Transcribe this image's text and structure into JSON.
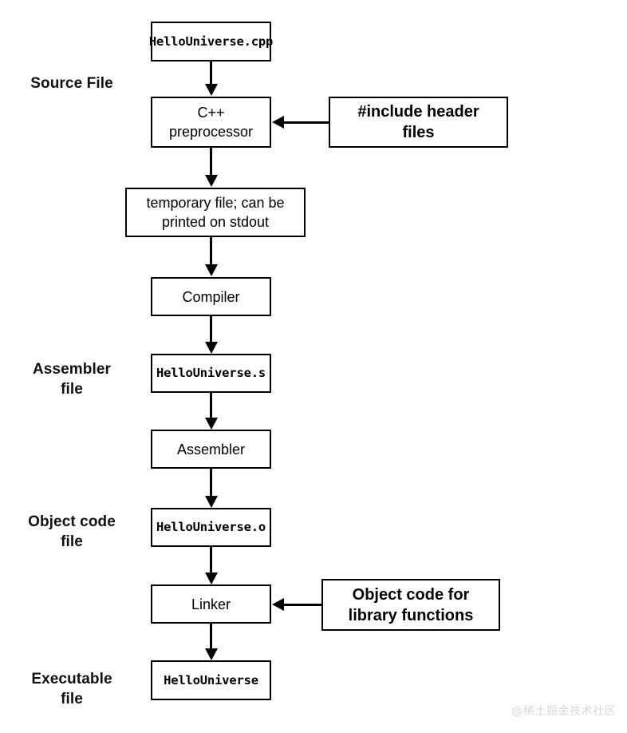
{
  "diagram": {
    "title": "C++ compilation pipeline",
    "background_color": "#ffffff",
    "line_color": "#000000",
    "watermark": "@稀土掘金技术社区"
  },
  "stage_labels": [
    {
      "id": "source-file",
      "text": "Source File"
    },
    {
      "id": "assembler-file",
      "text": "Assembler\nfile"
    },
    {
      "id": "object-code-file",
      "text": "Object code\nfile"
    },
    {
      "id": "executable-file",
      "text": "Executable\nfile"
    }
  ],
  "nodes": [
    {
      "id": "hellouniverse-cpp",
      "text": "HelloUniverse.cpp",
      "style": "mono"
    },
    {
      "id": "cpp-preprocessor",
      "text": "C++\npreprocessor",
      "style": "plain"
    },
    {
      "id": "include-header-files",
      "text": "#include header\nfiles",
      "style": "emph"
    },
    {
      "id": "temporary-file",
      "text": "temporary file; can be\nprinted on stdout",
      "style": "plain"
    },
    {
      "id": "compiler",
      "text": "Compiler",
      "style": "plain"
    },
    {
      "id": "hellouniverse-s",
      "text": "HelloUniverse.s",
      "style": "mono"
    },
    {
      "id": "assembler",
      "text": "Assembler",
      "style": "plain"
    },
    {
      "id": "hellouniverse-o",
      "text": "HelloUniverse.o",
      "style": "mono"
    },
    {
      "id": "linker",
      "text": "Linker",
      "style": "plain"
    },
    {
      "id": "object-code-library",
      "text": "Object code for\nlibrary functions",
      "style": "emph"
    },
    {
      "id": "hellouniverse-exe",
      "text": "HelloUniverse",
      "style": "mono"
    }
  ],
  "edges": [
    {
      "id": "cpp-to-preprocessor",
      "from": "hellouniverse-cpp",
      "to": "cpp-preprocessor",
      "direction": "down"
    },
    {
      "id": "headers-to-preprocessor",
      "from": "include-header-files",
      "to": "cpp-preprocessor",
      "direction": "left"
    },
    {
      "id": "preprocessor-to-tempfile",
      "from": "cpp-preprocessor",
      "to": "temporary-file",
      "direction": "down"
    },
    {
      "id": "tempfile-to-compiler",
      "from": "temporary-file",
      "to": "compiler",
      "direction": "down"
    },
    {
      "id": "compiler-to-asmfile",
      "from": "compiler",
      "to": "hellouniverse-s",
      "direction": "down"
    },
    {
      "id": "asmfile-to-assembler",
      "from": "hellouniverse-s",
      "to": "assembler",
      "direction": "down"
    },
    {
      "id": "assembler-to-objfile",
      "from": "assembler",
      "to": "hellouniverse-o",
      "direction": "down"
    },
    {
      "id": "objfile-to-linker",
      "from": "hellouniverse-o",
      "to": "linker",
      "direction": "down"
    },
    {
      "id": "library-to-linker",
      "from": "object-code-library",
      "to": "linker",
      "direction": "left"
    },
    {
      "id": "linker-to-executable",
      "from": "linker",
      "to": "hellouniverse-exe",
      "direction": "down"
    }
  ]
}
